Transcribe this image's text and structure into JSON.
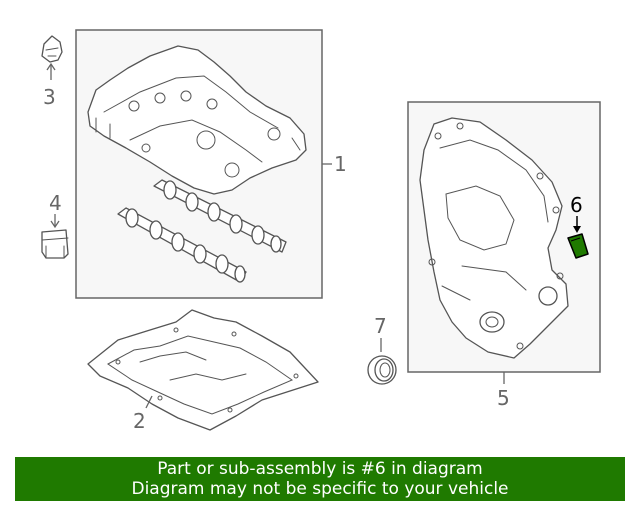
{
  "diagram": {
    "callouts": {
      "c1": "1",
      "c2": "2",
      "c3": "3",
      "c4": "4",
      "c5": "5",
      "c6": "6",
      "c7": "7"
    },
    "highlight_color": "#1f7a00"
  },
  "banner": {
    "line1": "Part or sub-assembly is #6 in diagram",
    "line2": "Diagram may not be specific to your vehicle",
    "background": "#1f7a00"
  }
}
